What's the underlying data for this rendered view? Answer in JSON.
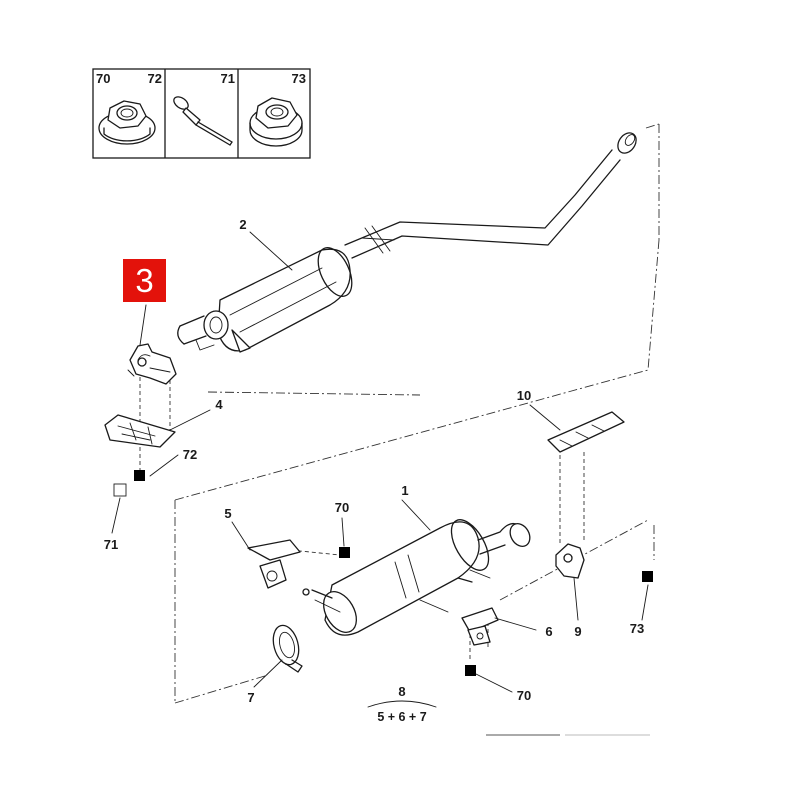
{
  "inset": {
    "cells": [
      {
        "left": "70",
        "right": "72"
      },
      {
        "left": "",
        "right": "71"
      },
      {
        "left": "",
        "right": "73"
      }
    ]
  },
  "callouts": {
    "highlighted": "3",
    "silencer_rear": "1",
    "intermediate_pipe": "2",
    "bracket_front": "4",
    "clamp_left": "5",
    "clamp_right": "6",
    "ring_clamp": "7",
    "kit": "8",
    "kit_formula": "5 + 6 + 7",
    "rubber_right": "9",
    "heat_shield": "10",
    "fastener_70_a": "70",
    "fastener_70_b": "70",
    "fastener_71": "71",
    "fastener_72": "72",
    "fastener_73": "73"
  },
  "colors": {
    "highlight": "#e3120b",
    "line": "#1a1a1a"
  }
}
